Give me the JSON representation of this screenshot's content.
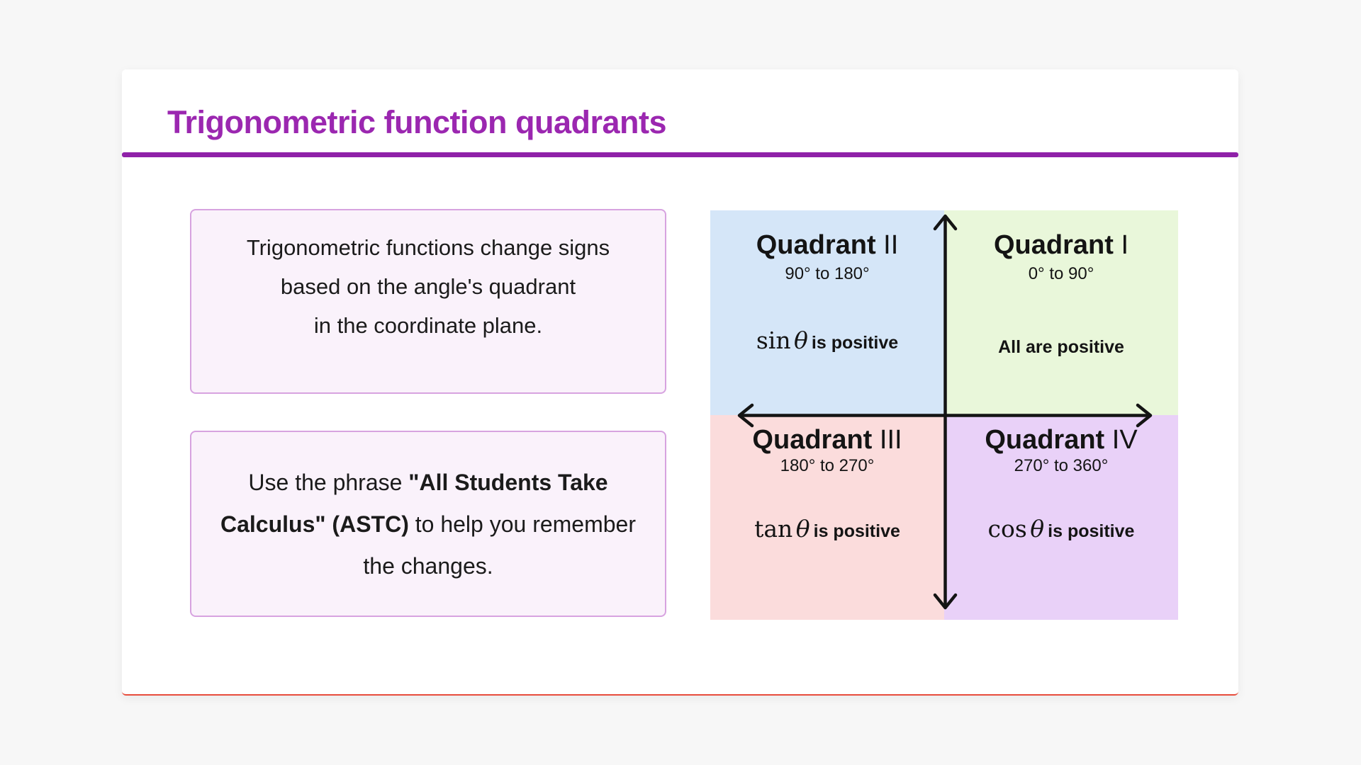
{
  "header": {
    "title": "Trigonometric function quadrants"
  },
  "boxes": {
    "description": {
      "lines": [
        "Trigonometric functions change signs",
        "based on the angle's quadrant",
        "in the coordinate plane."
      ]
    },
    "mnemonic": {
      "l1_regular": "Use the phrase ",
      "l1_bold": "\"All Students Take",
      "l2_bold": "Calculus\" (ASTC)",
      "l2_regular": " to help you remember",
      "l3": "the changes."
    }
  },
  "quadrants": {
    "q2": {
      "word": "Quadrant",
      "numeral": "II",
      "range": "90° to 180°",
      "func": "sin",
      "theta": "θ",
      "positive": "is positive",
      "color": "#d5e6f8"
    },
    "q1": {
      "word": "Quadrant",
      "numeral": "I",
      "range": "0° to 90°",
      "positive": "All are positive",
      "color": "#e9f7da"
    },
    "q3": {
      "word": "Quadrant",
      "numeral": "III",
      "range": "180° to 270°",
      "func": "tan",
      "theta": "θ",
      "positive": "is positive",
      "color": "#fbdcdc"
    },
    "q4": {
      "word": "Quadrant",
      "numeral": "IV",
      "range": "270° to 360°",
      "func": "cos",
      "theta": "θ",
      "positive": "is positive",
      "color": "#e9d1f8"
    }
  },
  "colors": {
    "accent_purple": "#9b27b0",
    "divider_purple": "#8f21a8",
    "card_bottom_line": "#e74c3c",
    "box_border": "#d7a3e0",
    "box_background": "#faf2fb",
    "quadrant_blue": "#d5e6f8",
    "quadrant_green": "#e9f7da",
    "quadrant_pink": "#fbdcdc",
    "quadrant_purple": "#e9d1f8",
    "axis_black": "#141414",
    "page_background": "#f7f7f7"
  }
}
